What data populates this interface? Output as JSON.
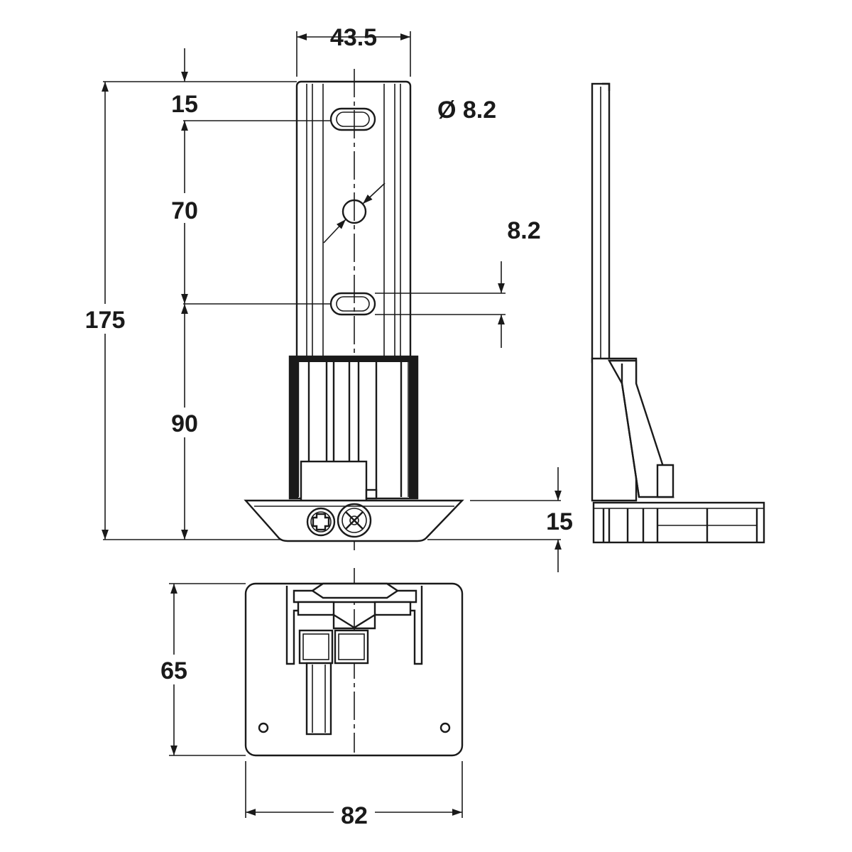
{
  "dimensions": {
    "width_bracket": "43.5",
    "hole_diameter": "Ø 8.2",
    "slot_width": "8.2",
    "top_offset": "15",
    "slot_spacing": "70",
    "overall_height": "175",
    "base_height": "90",
    "foot_height": "15",
    "plan_depth": "65",
    "plan_width": "82"
  },
  "colors": {
    "line": "#1a1a1a",
    "background": "#ffffff"
  }
}
